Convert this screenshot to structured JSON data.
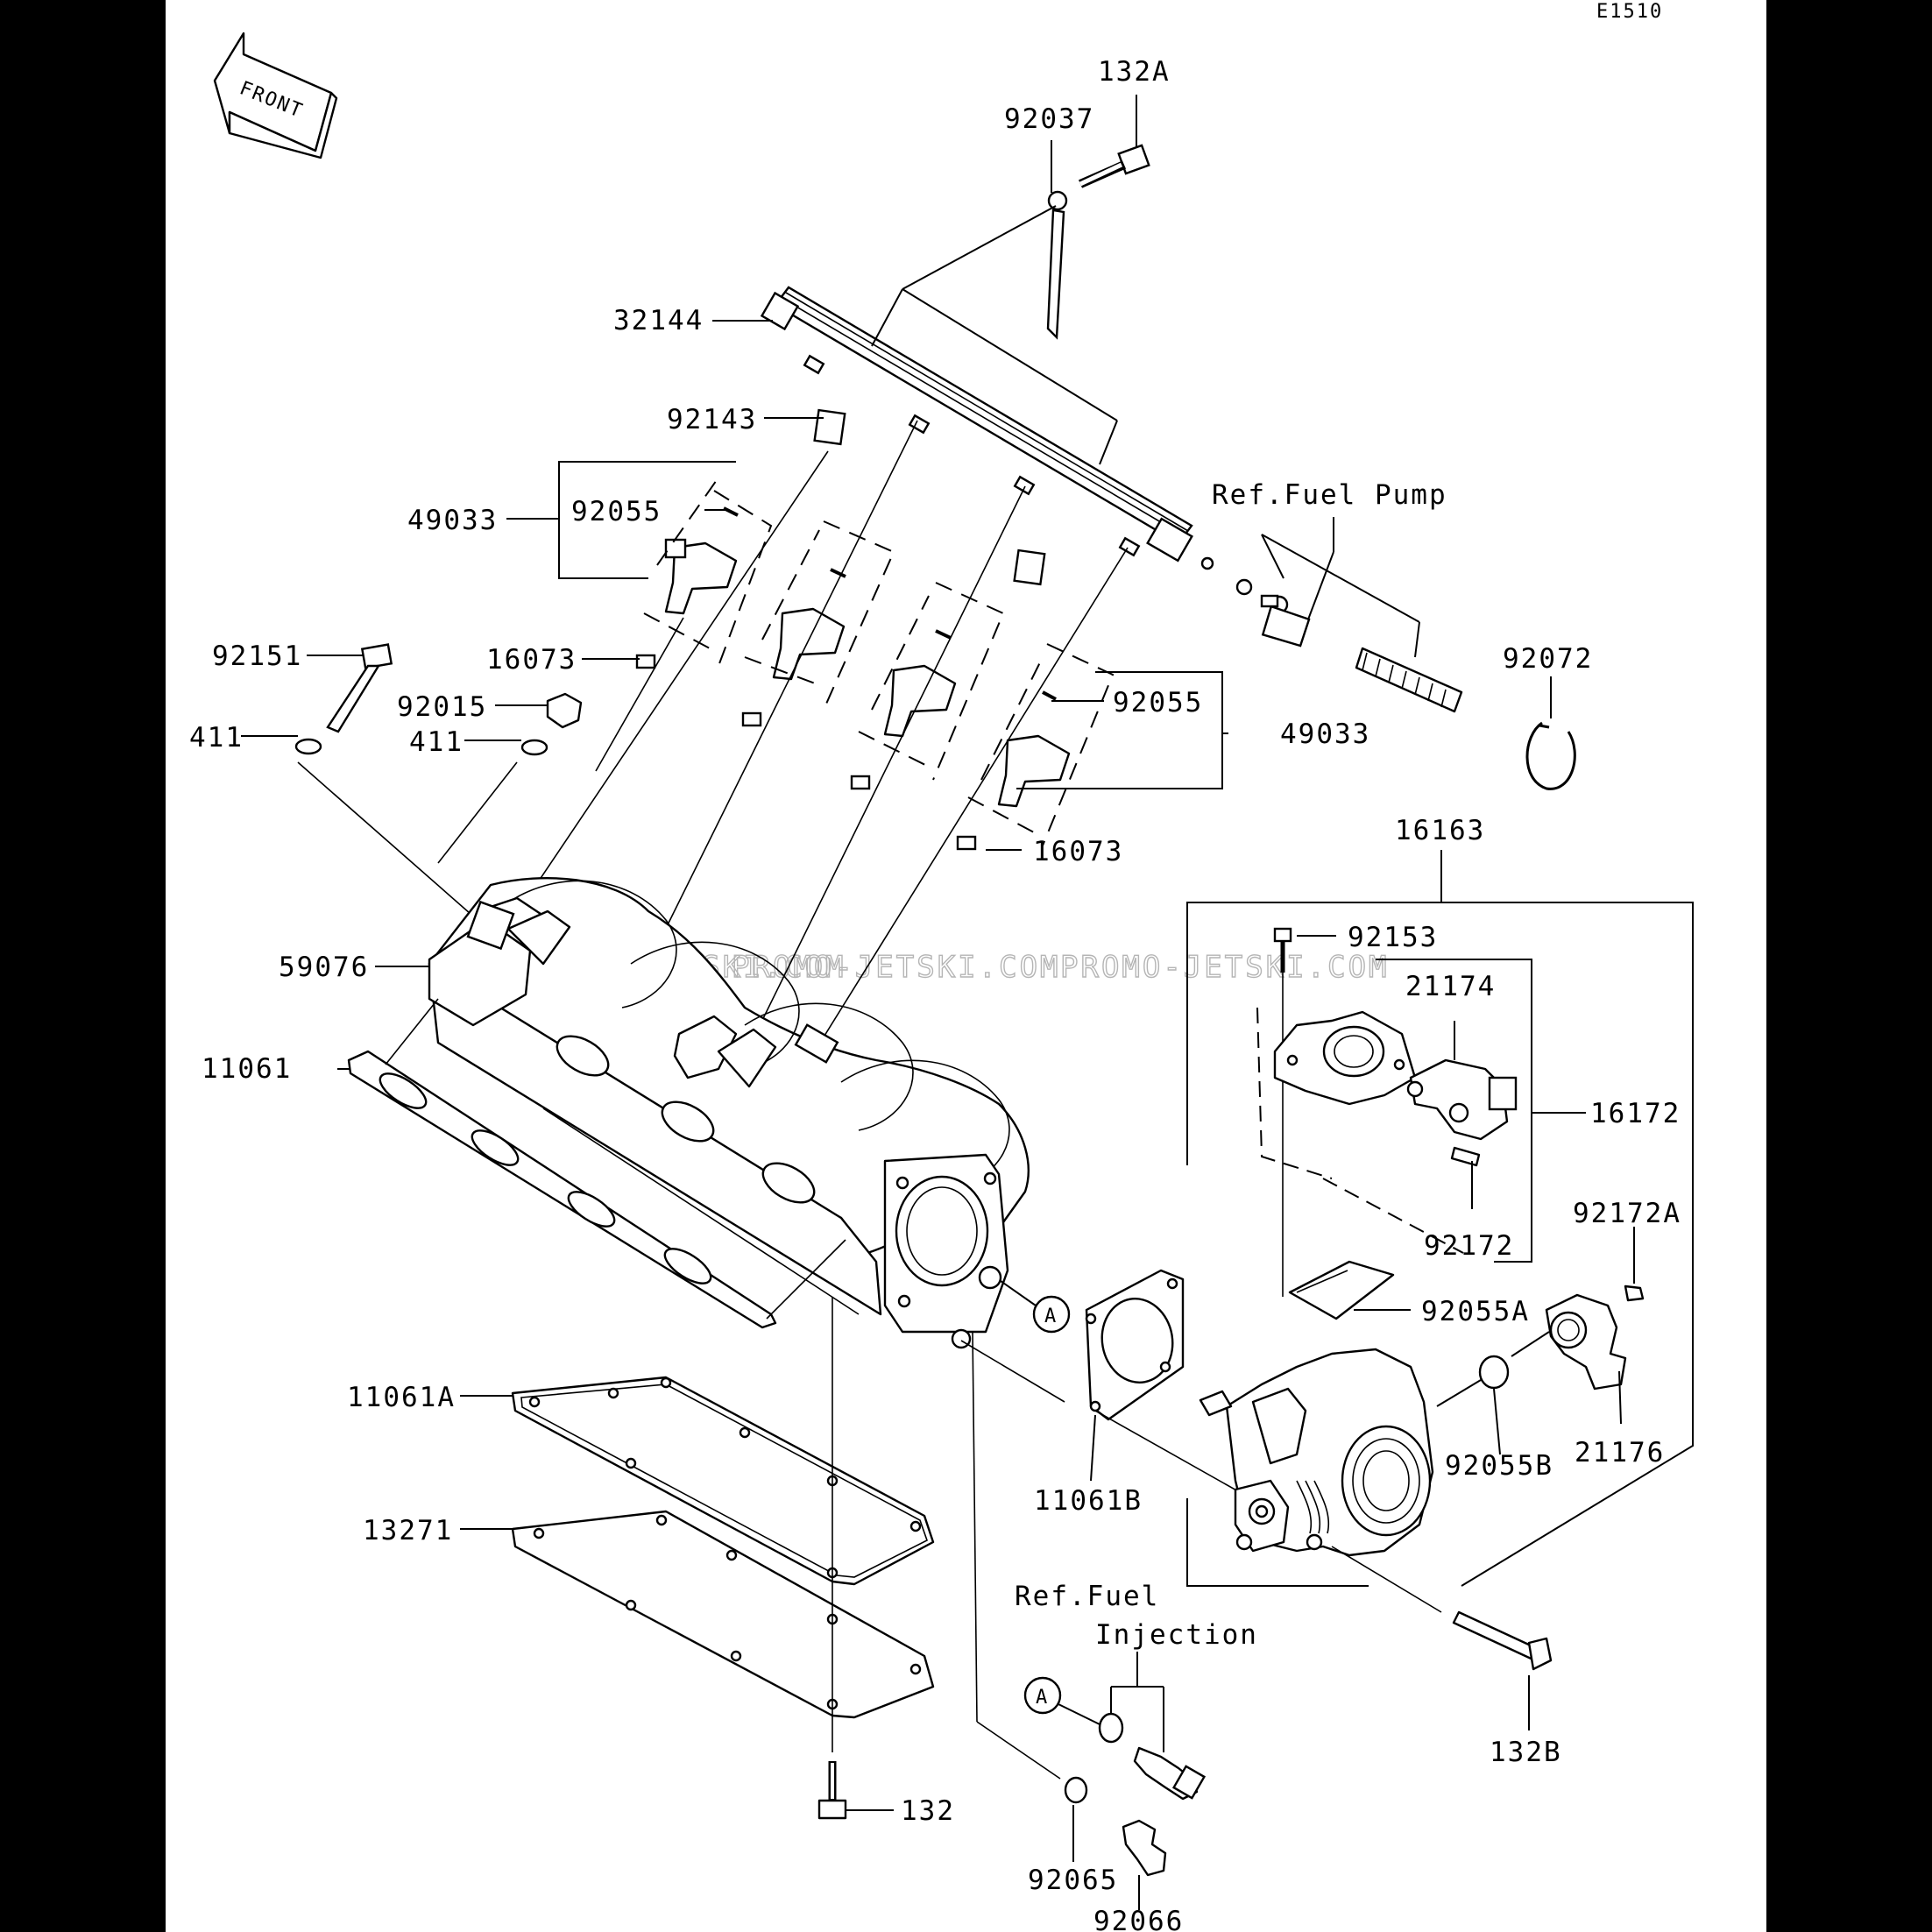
{
  "diagram_code": "E1510",
  "front_label": "FRONT",
  "watermark": "PROMO-JETSKI.COM",
  "circle_ref": "A",
  "labels": {
    "p132A": "132A",
    "p92037": "92037",
    "p32144": "32144",
    "p92143": "92143",
    "p49033_left": "49033",
    "p92055_left": "92055",
    "ref_fuel_pump": "Ref.Fuel Pump",
    "p92072": "92072",
    "p92151": "92151",
    "p16073_top": "16073",
    "p92015": "92015",
    "p411_left": "411",
    "p411_right": "411",
    "p92055_right": "92055",
    "p49033_right": "49033",
    "p16073_bottom": "16073",
    "p16163": "16163",
    "p92153": "92153",
    "p21174": "21174",
    "p59076": "59076",
    "p11061": "11061",
    "p16172": "16172",
    "p92172A": "92172A",
    "p92172": "92172",
    "p92055A": "92055A",
    "p11061A": "11061A",
    "p92055B": "92055B",
    "p21176": "21176",
    "p11061B": "11061B",
    "p13271": "13271",
    "ref_fuel_injection_1": "Ref.Fuel",
    "ref_fuel_injection_2": "Injection",
    "p132B": "132B",
    "p132": "132",
    "p92065": "92065",
    "p92066": "92066"
  }
}
